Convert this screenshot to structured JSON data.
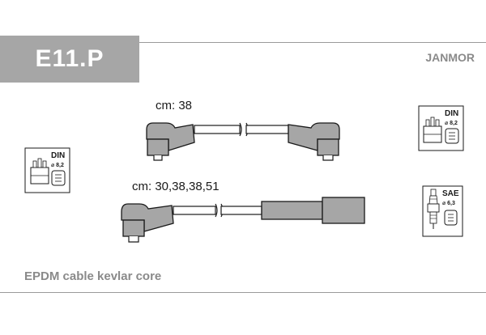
{
  "header": {
    "code": "E11.P",
    "brand": "JANMOR"
  },
  "cable_sets": [
    {
      "label": "cm: 38"
    },
    {
      "label": "cm: 30,38,38,51"
    }
  ],
  "connectors": {
    "distributor_left": {
      "standard": "DIN",
      "size": "⌀ 8,2"
    },
    "distributor_right": {
      "standard": "DIN",
      "size": "⌀ 8,2"
    },
    "spark_plug": {
      "standard": "SAE",
      "size": "⌀ 6,3"
    }
  },
  "footer": {
    "description": "EPDM cable kevlar core"
  }
}
